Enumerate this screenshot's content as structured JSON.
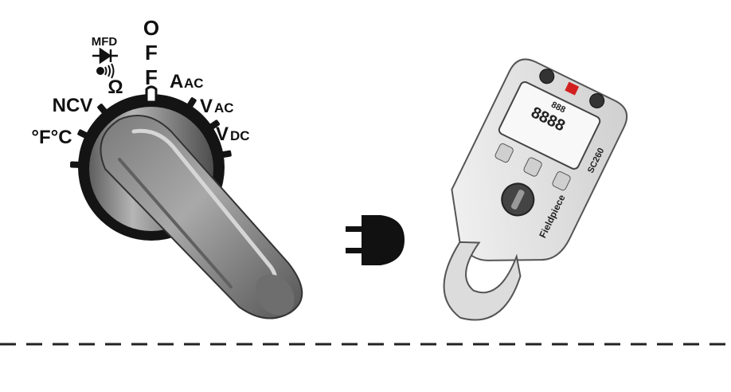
{
  "dial": {
    "off_letters": [
      "O",
      "F",
      "F"
    ],
    "mfd": "MFD",
    "ohm": "Ω",
    "ncv": "NCV",
    "temp": "°F°C",
    "aac_main": "A",
    "aac_sub": "AC",
    "vac_main": "V",
    "vac_sub": "AC",
    "vdc_main": "V",
    "vdc_sub": "DC"
  },
  "meter": {
    "brand": "Fieldpiece",
    "model": "SC260",
    "display_digits": "8888",
    "sub_digits": "888"
  },
  "colors": {
    "ink": "#111111",
    "knob": "#8e8e8e",
    "meter_body": "#e9e9e9",
    "accent_red": "#d22020"
  }
}
